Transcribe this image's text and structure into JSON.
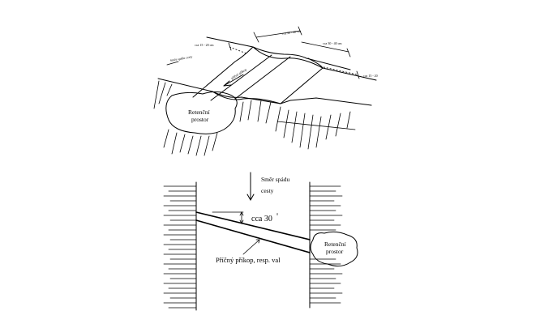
{
  "perspective": {
    "dim_top_1": "cca 30 - 40 cm",
    "dim_top_2": "cca 30 - 40 cm",
    "dim_left": "cca 15 - 20 cm",
    "dim_right": "cca 15 - 20",
    "label_direction_road": "Směr spádu cesty",
    "label_trench": "příčný příkop",
    "retention_line1": "Retenční",
    "retention_line2": "prostor"
  },
  "plan": {
    "slope_line1": "Směr   spádu",
    "slope_line2": "cesty",
    "angle_label": "cca 30",
    "angle_unit": "0",
    "ditch_label": "Příčný příkop, resp. val",
    "retention_line1": "Retenční",
    "retention_line2": "prostor"
  }
}
